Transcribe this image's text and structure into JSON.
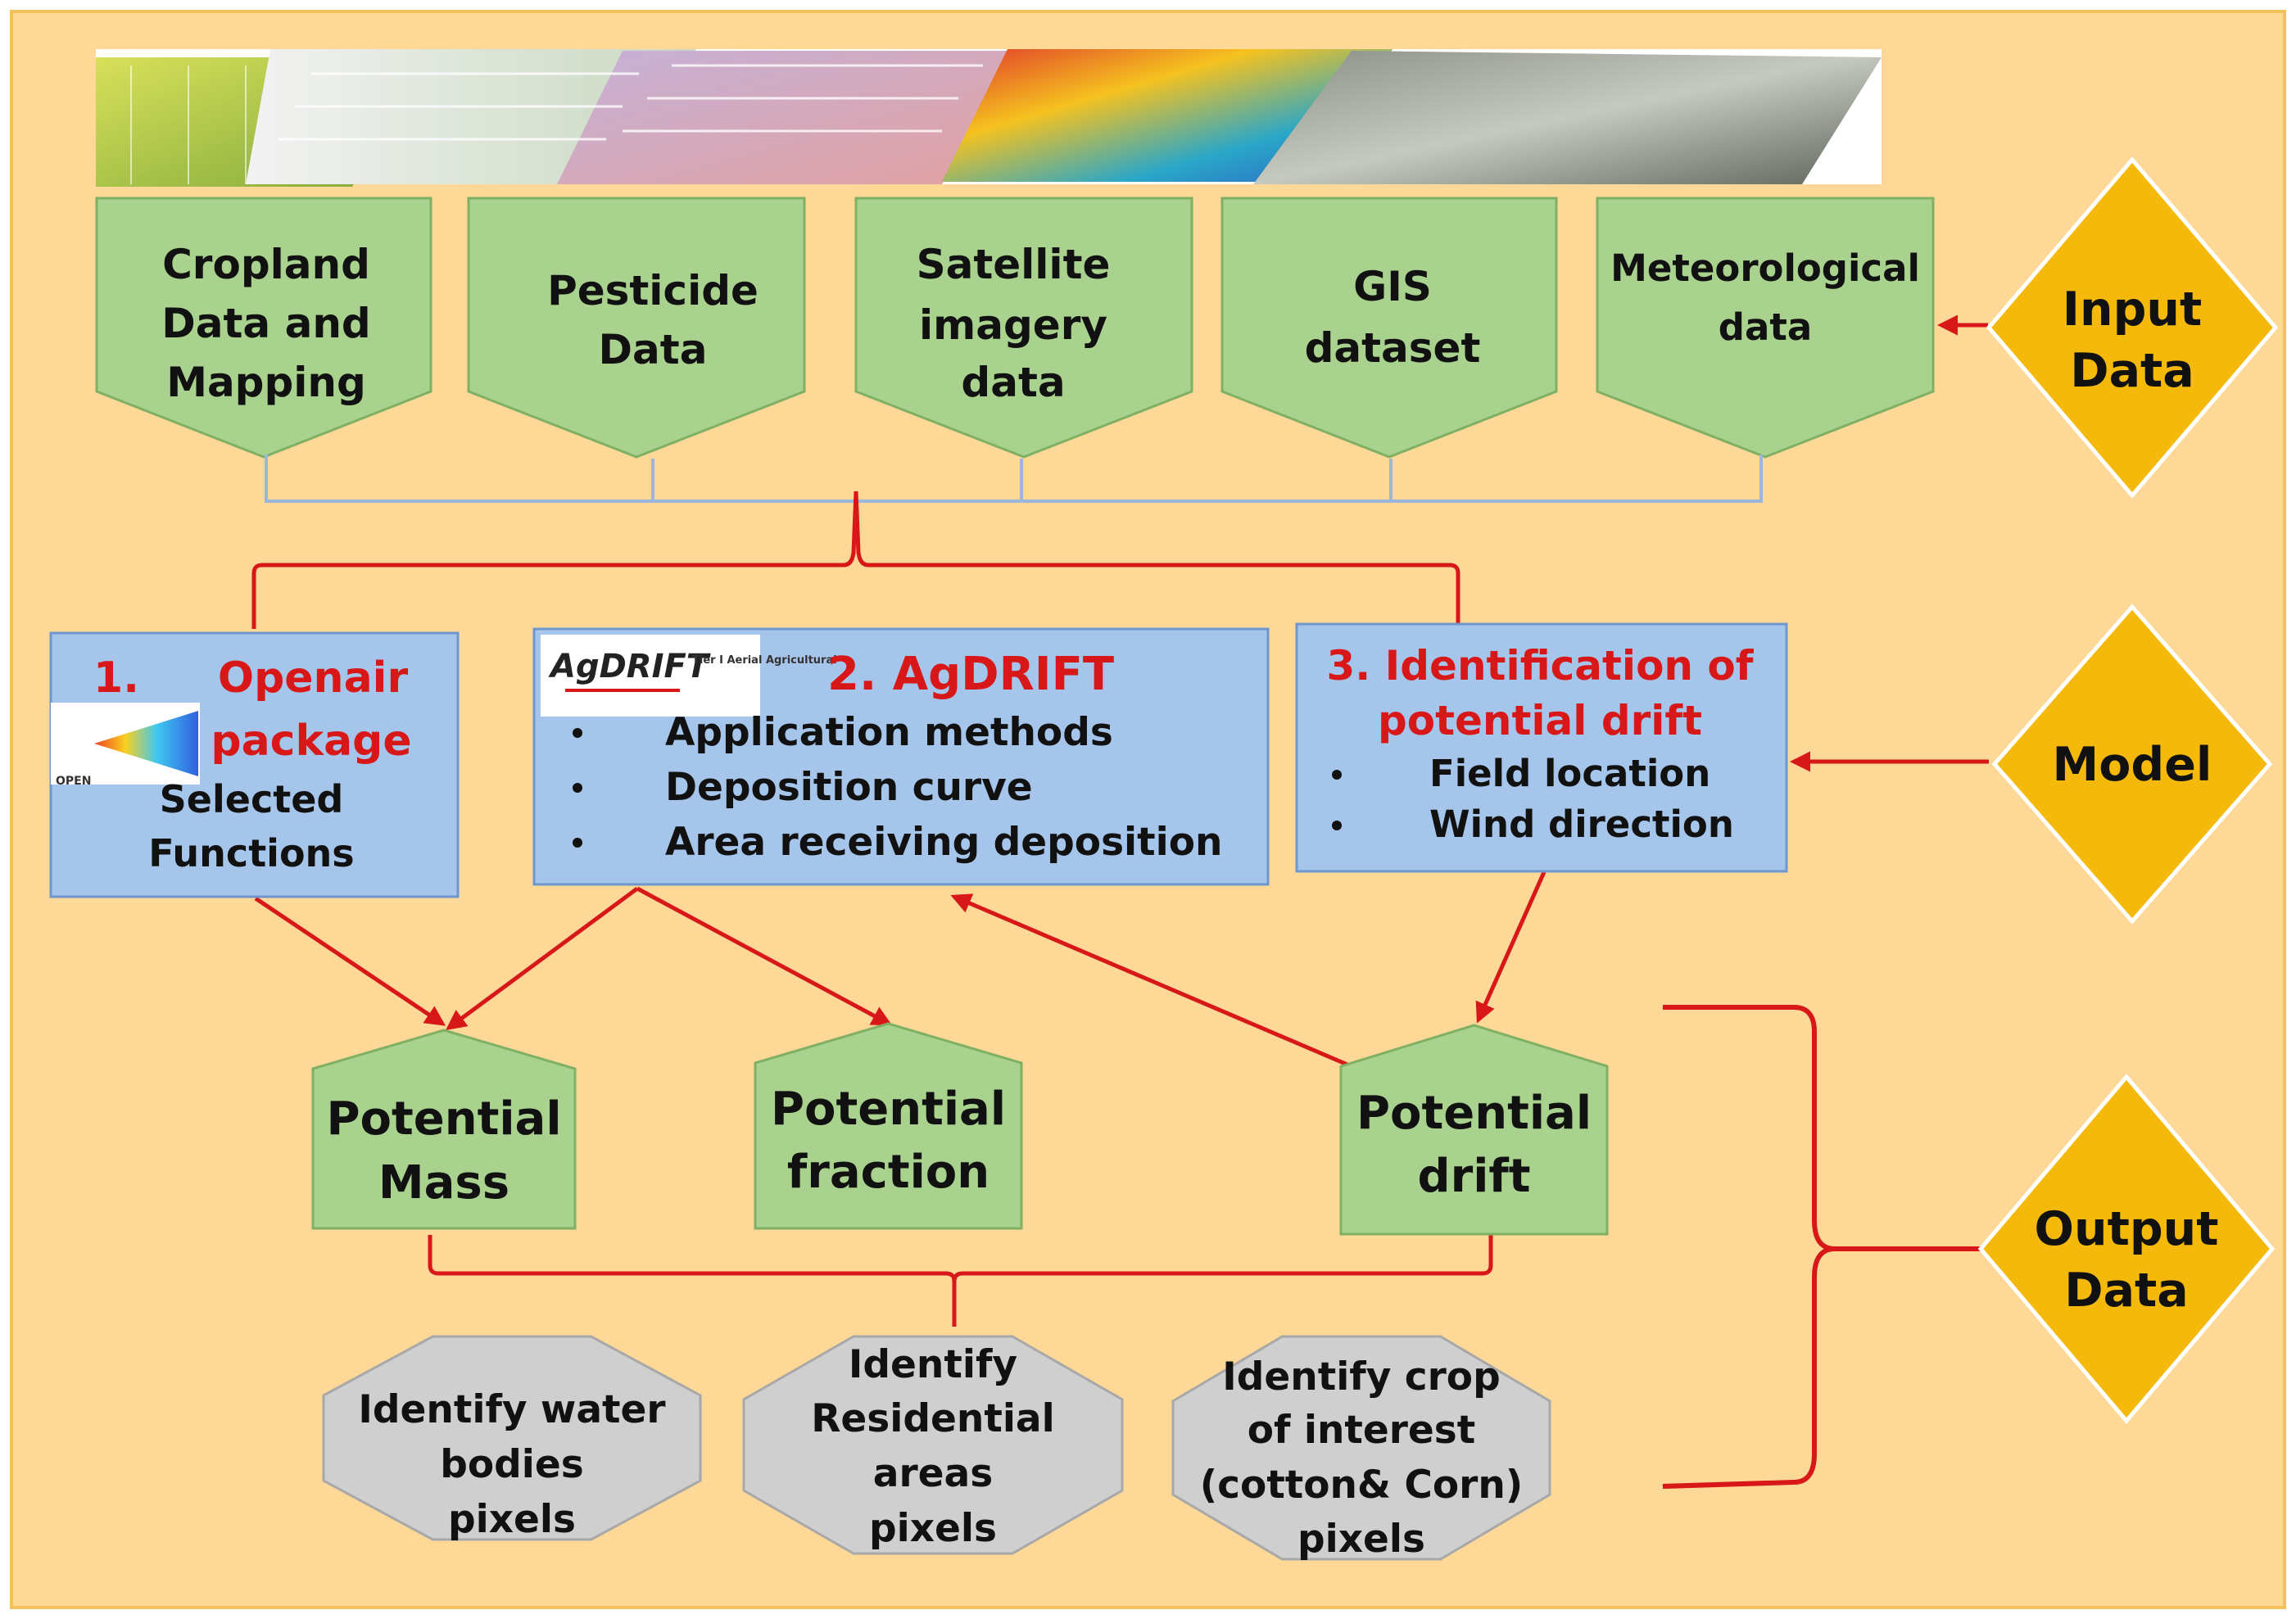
{
  "colors": {
    "background": "#fdd897",
    "border": "#f3c25a",
    "green_fill": "#a9d28e",
    "green_stroke": "#7fb063",
    "blue_fill": "#a6c5ea",
    "blue_stroke": "#6e97cf",
    "gray_fill": "#cfcfcf",
    "gray_stroke": "#a8a8a8",
    "diamond_fill": "#f4b90a",
    "diamond_stroke": "#ffffff",
    "red": "#d81818",
    "connector_blue": "#9bb7d9",
    "text": "#111111"
  },
  "input_data": {
    "items": [
      [
        "Cropland",
        "Data and",
        "Mapping"
      ],
      [
        "Pesticide",
        "Data"
      ],
      [
        "Satellite",
        "imagery",
        "data"
      ],
      [
        "GIS",
        "dataset"
      ],
      [
        "Meteorological",
        "data"
      ]
    ]
  },
  "model": {
    "openair": {
      "number": "1.",
      "title": [
        "Openair",
        "package"
      ],
      "lines": [
        "Selected",
        "Functions"
      ],
      "logo_text": "OPEN"
    },
    "agdrift": {
      "logo_text": "AgDRIFT",
      "logo_sub": "Tier I Aerial Agricultural",
      "title": "2. AgDRIFT",
      "bullets": [
        "Application  methods",
        "Deposition curve",
        "Area receiving deposition"
      ]
    },
    "identification": {
      "title": [
        "3. Identification of",
        "potential drift"
      ],
      "bullets": [
        "Field location",
        "Wind direction"
      ]
    }
  },
  "outputs": {
    "pentagons": [
      [
        "Potential",
        "Mass"
      ],
      [
        "Potential",
        "fraction"
      ],
      [
        "Potential",
        "drift"
      ]
    ],
    "octagons": [
      [
        "Identify water",
        "bodies",
        "pixels"
      ],
      [
        "Identify",
        "Residential",
        "areas",
        "pixels"
      ],
      [
        "Identify crop",
        "of interest",
        "(cotton& Corn)",
        "pixels"
      ]
    ]
  },
  "diamonds": {
    "input": [
      "Input",
      "Data"
    ],
    "model": [
      "Model"
    ],
    "output": [
      "Output",
      "Data"
    ]
  },
  "icons": [
    "satellite-imagery-strip",
    "openair-logo",
    "agdrift-logo",
    "bullet-dot"
  ]
}
